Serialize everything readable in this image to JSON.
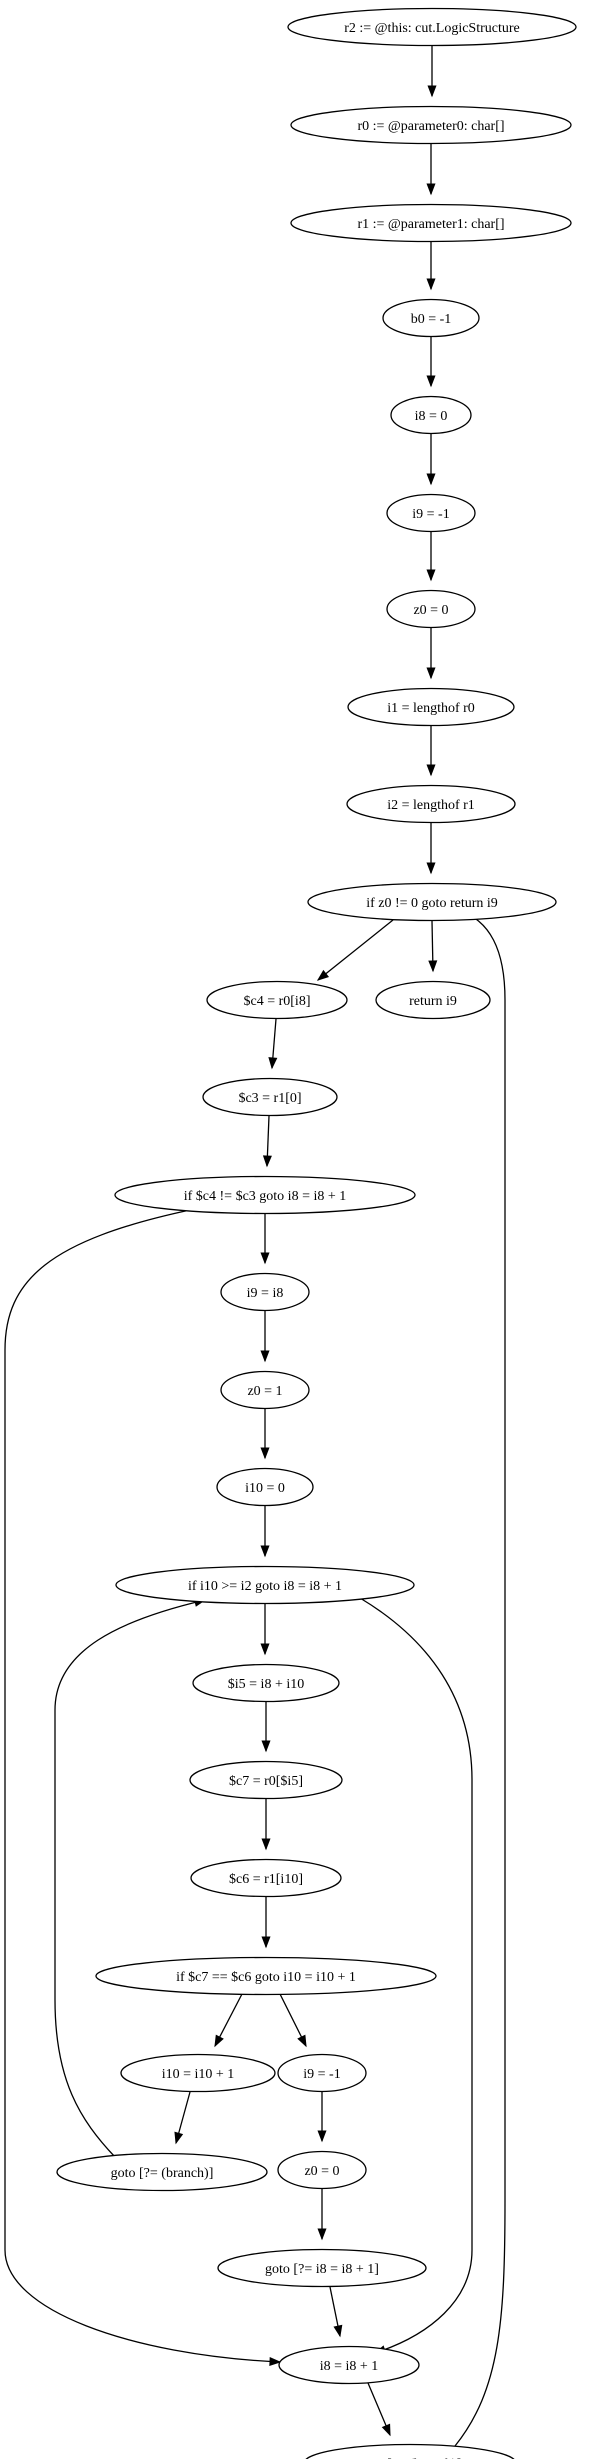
{
  "graph": {
    "nodes": [
      {
        "id": "n0",
        "label": "r2 := @this: cut.LogicStructure"
      },
      {
        "id": "n1",
        "label": "r0 := @parameter0: char[]"
      },
      {
        "id": "n2",
        "label": "r1 := @parameter1: char[]"
      },
      {
        "id": "n3",
        "label": "b0 = -1"
      },
      {
        "id": "n4",
        "label": "i8 = 0"
      },
      {
        "id": "n5",
        "label": "i9 = -1"
      },
      {
        "id": "n6",
        "label": "z0 = 0"
      },
      {
        "id": "n7",
        "label": "i1 = lengthof r0"
      },
      {
        "id": "n8",
        "label": "i2 = lengthof r1"
      },
      {
        "id": "n9",
        "label": "if z0 != 0 goto return i9"
      },
      {
        "id": "n10",
        "label": "$c4 = r0[i8]"
      },
      {
        "id": "n11",
        "label": "return i9"
      },
      {
        "id": "n12",
        "label": "$c3 = r1[0]"
      },
      {
        "id": "n13",
        "label": "if $c4 != $c3 goto i8 = i8 + 1"
      },
      {
        "id": "n14",
        "label": "i9 = i8"
      },
      {
        "id": "n15",
        "label": "z0 = 1"
      },
      {
        "id": "n16",
        "label": "i10 = 0"
      },
      {
        "id": "n17",
        "label": "if i10 >= i2 goto i8 = i8 + 1"
      },
      {
        "id": "n18",
        "label": "$i5 = i8 + i10"
      },
      {
        "id": "n19",
        "label": "$c7 = r0[$i5]"
      },
      {
        "id": "n20",
        "label": "$c6 = r1[i10]"
      },
      {
        "id": "n21",
        "label": "if $c7 == $c6 goto i10 = i10 + 1"
      },
      {
        "id": "n22",
        "label": "i10 = i10 + 1"
      },
      {
        "id": "n23",
        "label": "i9 = -1"
      },
      {
        "id": "n24",
        "label": "goto [?= (branch)]"
      },
      {
        "id": "n25",
        "label": "z0 = 0"
      },
      {
        "id": "n26",
        "label": "goto [?= i8 = i8 + 1]"
      },
      {
        "id": "n27",
        "label": "i8 = i8 + 1"
      },
      {
        "id": "n28",
        "label": "goto [?= (branch)]"
      }
    ],
    "edges": [
      {
        "from": "n0",
        "to": "n1"
      },
      {
        "from": "n1",
        "to": "n2"
      },
      {
        "from": "n2",
        "to": "n3"
      },
      {
        "from": "n3",
        "to": "n4"
      },
      {
        "from": "n4",
        "to": "n5"
      },
      {
        "from": "n5",
        "to": "n6"
      },
      {
        "from": "n6",
        "to": "n7"
      },
      {
        "from": "n7",
        "to": "n8"
      },
      {
        "from": "n8",
        "to": "n9"
      },
      {
        "from": "n9",
        "to": "n10"
      },
      {
        "from": "n9",
        "to": "n11"
      },
      {
        "from": "n10",
        "to": "n12"
      },
      {
        "from": "n12",
        "to": "n13"
      },
      {
        "from": "n13",
        "to": "n14"
      },
      {
        "from": "n13",
        "to": "n27"
      },
      {
        "from": "n14",
        "to": "n15"
      },
      {
        "from": "n15",
        "to": "n16"
      },
      {
        "from": "n16",
        "to": "n17"
      },
      {
        "from": "n17",
        "to": "n18"
      },
      {
        "from": "n17",
        "to": "n27"
      },
      {
        "from": "n18",
        "to": "n19"
      },
      {
        "from": "n19",
        "to": "n20"
      },
      {
        "from": "n20",
        "to": "n21"
      },
      {
        "from": "n21",
        "to": "n22"
      },
      {
        "from": "n21",
        "to": "n23"
      },
      {
        "from": "n22",
        "to": "n24"
      },
      {
        "from": "n24",
        "to": "n17"
      },
      {
        "from": "n23",
        "to": "n25"
      },
      {
        "from": "n25",
        "to": "n26"
      },
      {
        "from": "n26",
        "to": "n27"
      },
      {
        "from": "n27",
        "to": "n28"
      },
      {
        "from": "n28",
        "to": "n9"
      }
    ]
  }
}
